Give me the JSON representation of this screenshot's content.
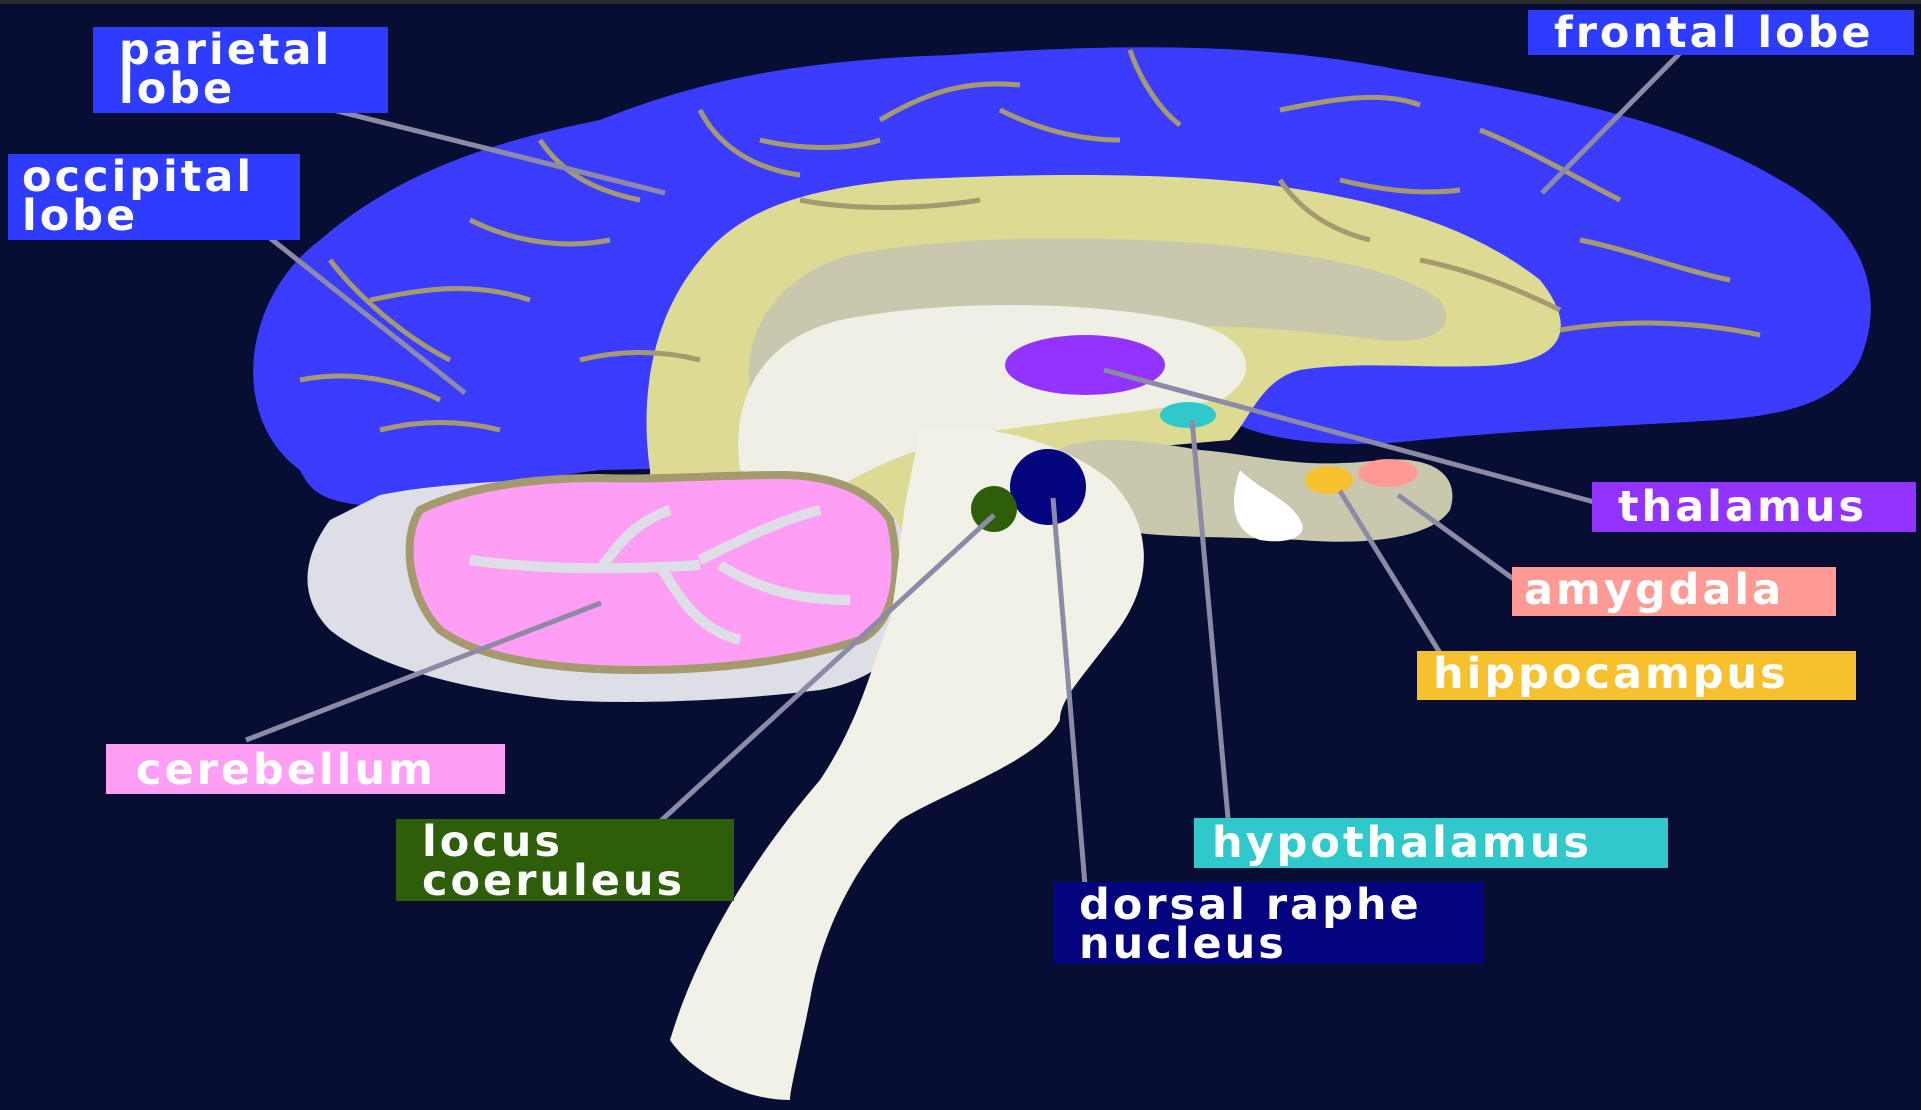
{
  "labels": {
    "parietal_lobe": {
      "text": "parietal\nlobe",
      "color": "#2e3cff"
    },
    "occipital_lobe": {
      "text": "occipital\nlobe",
      "color": "#2e3cff"
    },
    "frontal_lobe": {
      "text": "frontal lobe",
      "color": "#2e3cff"
    },
    "thalamus": {
      "text": "thalamus",
      "color": "#9333ff"
    },
    "amygdala": {
      "text": "amygdala",
      "color": "#ff9a94"
    },
    "hippocampus": {
      "text": "hippocampus",
      "color": "#f7c12d"
    },
    "cerebellum": {
      "text": "cerebellum",
      "color": "#ff9ef5"
    },
    "locus_coeruleus": {
      "text": "locus\ncoeruleus",
      "color": "#2e5e09"
    },
    "hypothalamus": {
      "text": "hypothalamus",
      "color": "#2fc9cc"
    },
    "dorsal_raphe_nucleus": {
      "text": "dorsal raphe\nnucleus",
      "color": "#04047f"
    }
  },
  "colors": {
    "background": "#080d33",
    "cortex": "#3b3cff",
    "gyri_lines": "#a59a6e",
    "white_matter": "#dcda93",
    "brainstem": "#f1f1e8",
    "cerebellum": "#ff9ef5",
    "leader_line": "#8c8aa5"
  }
}
